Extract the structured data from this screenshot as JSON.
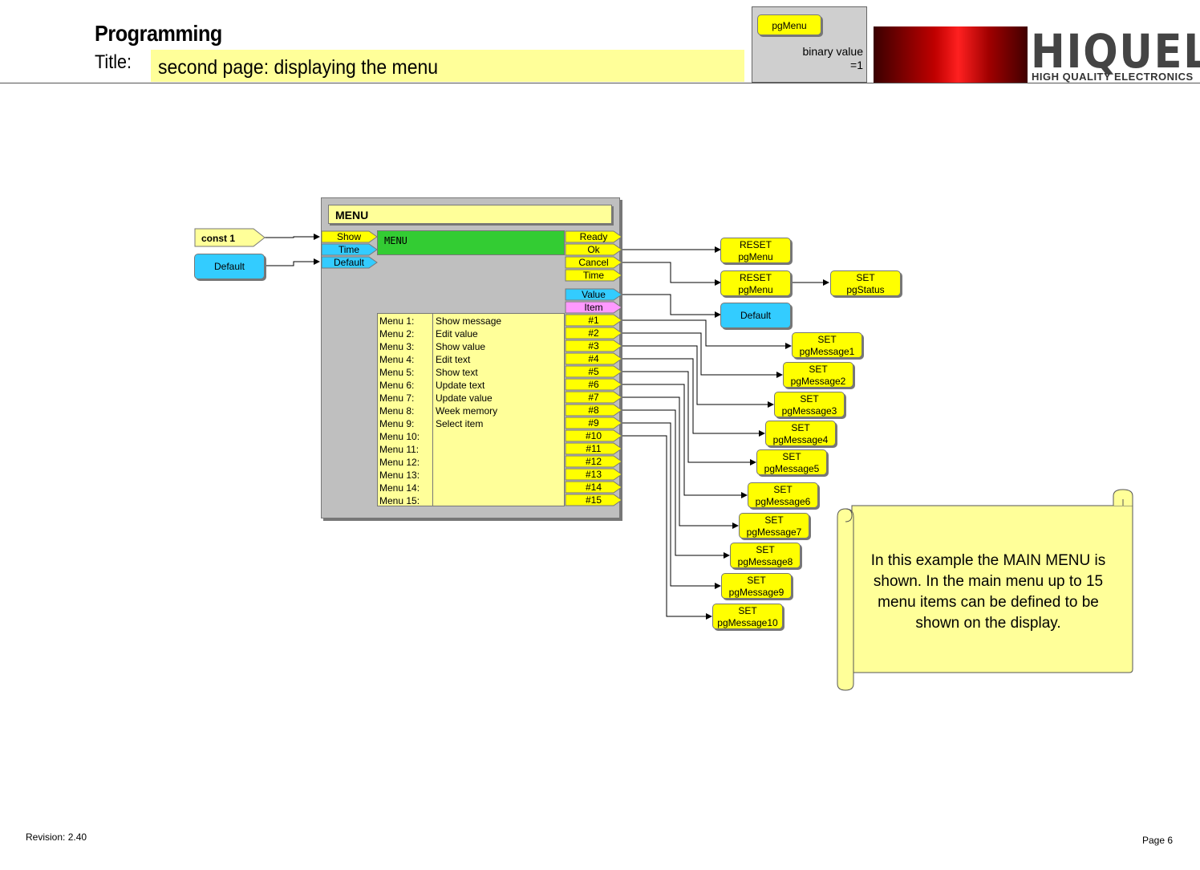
{
  "header": {
    "title": "Programming",
    "title_label": "Title:",
    "subtitle": "second page: displaying the menu"
  },
  "variable_box": {
    "button": "pgMenu",
    "line1": "binary value",
    "line2": "=1"
  },
  "logo": {
    "name": "HIQUEL",
    "tagline": "HIGH QUALITY ELECTRONICS"
  },
  "inputs": {
    "const": "const 1",
    "default": "Default"
  },
  "block": {
    "title": "MENU",
    "display": "MENU",
    "in_ports": [
      "Show",
      "Time",
      "Default"
    ],
    "out_ports": [
      "Ready",
      "Ok",
      "Cancel",
      "Time"
    ],
    "value_port": "Value",
    "item_port": "Item",
    "menu_items": [
      {
        "label": "Menu  1:",
        "text": "Show message",
        "port": "#1"
      },
      {
        "label": "Menu  2:",
        "text": "Edit value",
        "port": "#2"
      },
      {
        "label": "Menu  3:",
        "text": "Show value",
        "port": "#3"
      },
      {
        "label": "Menu  4:",
        "text": "Edit text",
        "port": "#4"
      },
      {
        "label": "Menu  5:",
        "text": "Show text",
        "port": "#5"
      },
      {
        "label": "Menu  6:",
        "text": "Update text",
        "port": "#6"
      },
      {
        "label": "Menu  7:",
        "text": "Update value",
        "port": "#7"
      },
      {
        "label": "Menu  8:",
        "text": "Week  memory",
        "port": "#8"
      },
      {
        "label": "Menu  9:",
        "text": "Select item",
        "port": "#9"
      },
      {
        "label": "Menu  10:",
        "text": "",
        "port": "#10"
      },
      {
        "label": "Menu  11:",
        "text": "",
        "port": "#11"
      },
      {
        "label": "Menu  12:",
        "text": "",
        "port": "#12"
      },
      {
        "label": "Menu  13:",
        "text": "",
        "port": "#13"
      },
      {
        "label": "Menu  14:",
        "text": "",
        "port": "#14"
      },
      {
        "label": "Menu  15:",
        "text": "",
        "port": "#15"
      }
    ]
  },
  "actions": [
    {
      "line1": "RESET",
      "line2": "pgMenu"
    },
    {
      "line1": "RESET",
      "line2": "pgMenu"
    },
    {
      "line1": "SET",
      "line2": "pgStatus"
    },
    {
      "line1": "Default",
      "line2": ""
    },
    {
      "line1": "SET",
      "line2": "pgMessage1"
    },
    {
      "line1": "SET",
      "line2": "pgMessage2"
    },
    {
      "line1": "SET",
      "line2": "pgMessage3"
    },
    {
      "line1": "SET",
      "line2": "pgMessage4"
    },
    {
      "line1": "SET",
      "line2": "pgMessage5"
    },
    {
      "line1": "SET",
      "line2": "pgMessage6"
    },
    {
      "line1": "SET",
      "line2": "pgMessage7"
    },
    {
      "line1": "SET",
      "line2": "pgMessage8"
    },
    {
      "line1": "SET",
      "line2": "pgMessage9"
    },
    {
      "line1": "SET",
      "line2": "pgMessage10"
    }
  ],
  "note": "In this example the MAIN MENU is shown. In the main menu up to 15 menu items can be defined to be shown on the display.",
  "footer": {
    "revision": "Revision: 2.40",
    "page": "Page 6"
  },
  "colors": {
    "yellow": "#ffff00",
    "light_yellow": "#ffff99",
    "blue": "#33ccff",
    "green": "#33cc33",
    "pink": "#ff99ff",
    "gray": "#bfbfbf"
  }
}
